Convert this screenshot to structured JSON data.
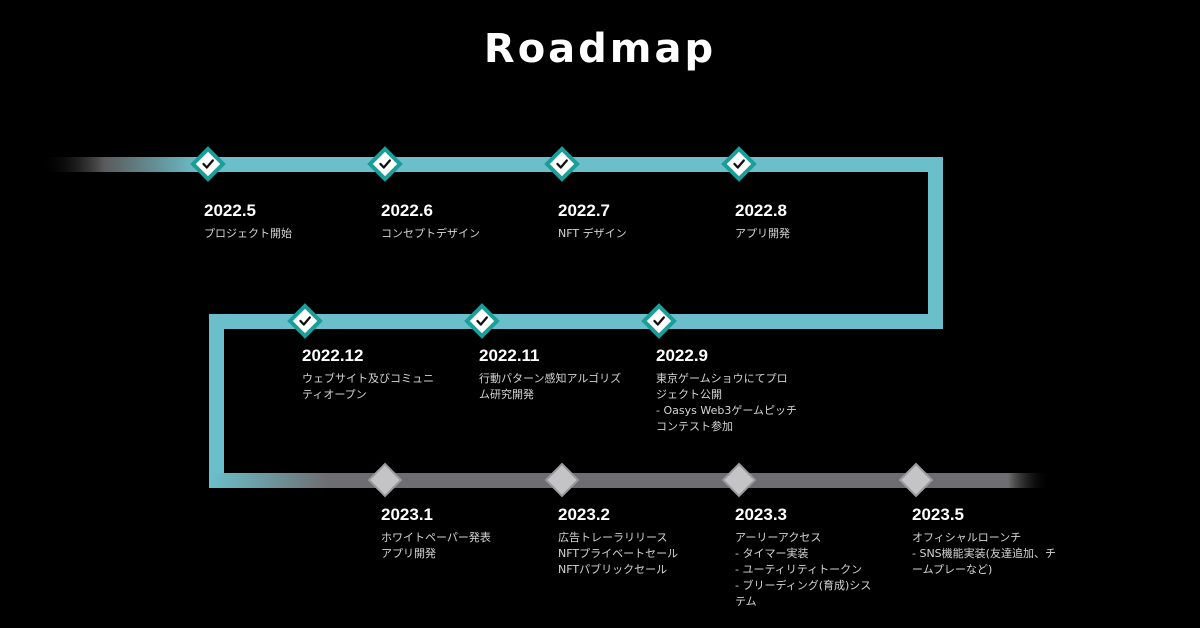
{
  "title": "Roadmap",
  "colors": {
    "done_line": "#6bbfcb",
    "done_marker_border": "#1a9e9a",
    "pending_line": "#6e6e70",
    "pending_marker": "#c4c4c6",
    "background": "#000000"
  },
  "milestones": [
    {
      "date": "2022.5",
      "desc": "プロジェクト開始",
      "status": "done",
      "icon": "check-icon"
    },
    {
      "date": "2022.6",
      "desc": "コンセプトデザイン",
      "status": "done",
      "icon": "check-icon"
    },
    {
      "date": "2022.7",
      "desc": "NFT デザイン",
      "status": "done",
      "icon": "check-icon"
    },
    {
      "date": "2022.8",
      "desc": "アプリ開発",
      "status": "done",
      "icon": "check-icon"
    },
    {
      "date": "2022.9",
      "desc": "東京ゲームショウにてプロ\nジェクト公開\n- Oasys Web3ゲームピッチ\nコンテスト参加",
      "status": "done",
      "icon": "check-icon"
    },
    {
      "date": "2022.11",
      "desc": "行動パターン感知アルゴリズ\nム研究開発",
      "status": "done",
      "icon": "check-icon"
    },
    {
      "date": "2022.12",
      "desc": "ウェブサイト及びコミュニ\nティオープン",
      "status": "done",
      "icon": "check-icon"
    },
    {
      "date": "2023.1",
      "desc": "ホワイトペーパー発表\nアプリ開発",
      "status": "pending",
      "icon": "diamond-icon"
    },
    {
      "date": "2023.2",
      "desc": "広告トレーラリリース\nNFTプライベートセール\nNFTパブリックセール",
      "status": "pending",
      "icon": "diamond-icon"
    },
    {
      "date": "2023.3",
      "desc": "アーリーアクセス\n- タイマー実装\n- ユーティリティトークン\n- ブリーディング(育成)シス\nテム",
      "status": "pending",
      "icon": "diamond-icon"
    },
    {
      "date": "2023.5",
      "desc": "オフィシャルローンチ\n- SNS機能実装(友達追加、チ\nームプレーなど)",
      "status": "pending",
      "icon": "diamond-icon"
    }
  ]
}
